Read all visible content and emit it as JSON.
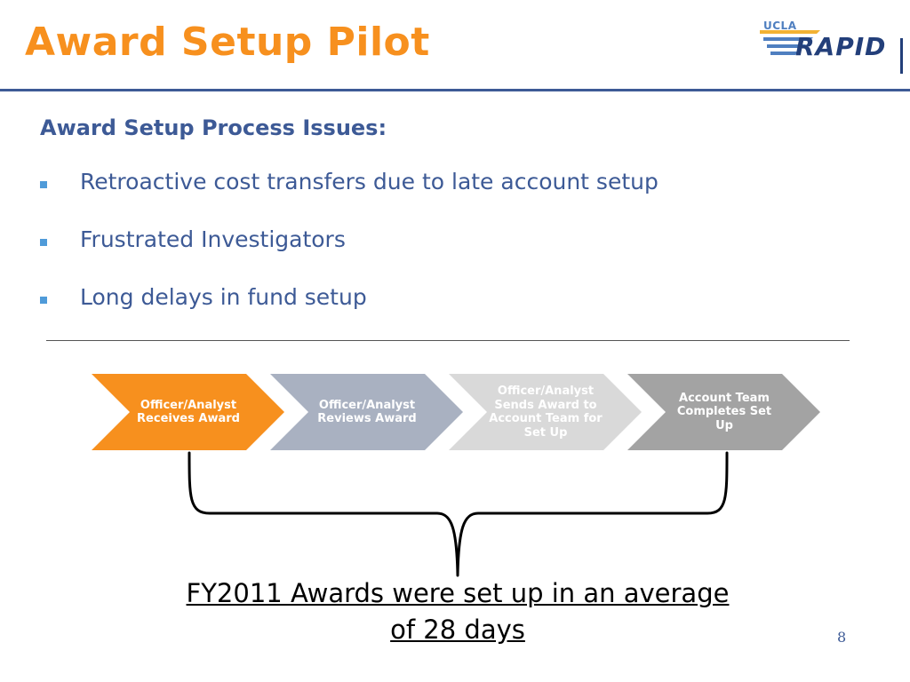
{
  "slide": {
    "title": "Award Setup Pilot",
    "page_number": "8"
  },
  "logo": {
    "small_text": "UCLA",
    "main_text": "RAPID"
  },
  "issues": {
    "heading": "Award Setup Process Issues:",
    "items": [
      "Retroactive cost transfers due to late account setup",
      "Frustrated Investigators",
      "Long delays in fund setup"
    ]
  },
  "process": {
    "steps": [
      {
        "label": "Officer/Analyst Receives Award",
        "color": "#f7901e"
      },
      {
        "label": "Officer/Analyst Reviews Award",
        "color": "#a9b1c1"
      },
      {
        "label": "Officer/Analyst Sends Award to Account Team for Set Up",
        "color": "#d9d9d9"
      },
      {
        "label": "Account Team Completes Set Up",
        "color": "#a3a3a3"
      }
    ]
  },
  "summary": {
    "text": "FY2011 Awards were set up in an average of 28 days"
  },
  "colors": {
    "title": "#f7901e",
    "accent_blue": "#3d5a96",
    "bullet": "#4f9bd9"
  }
}
